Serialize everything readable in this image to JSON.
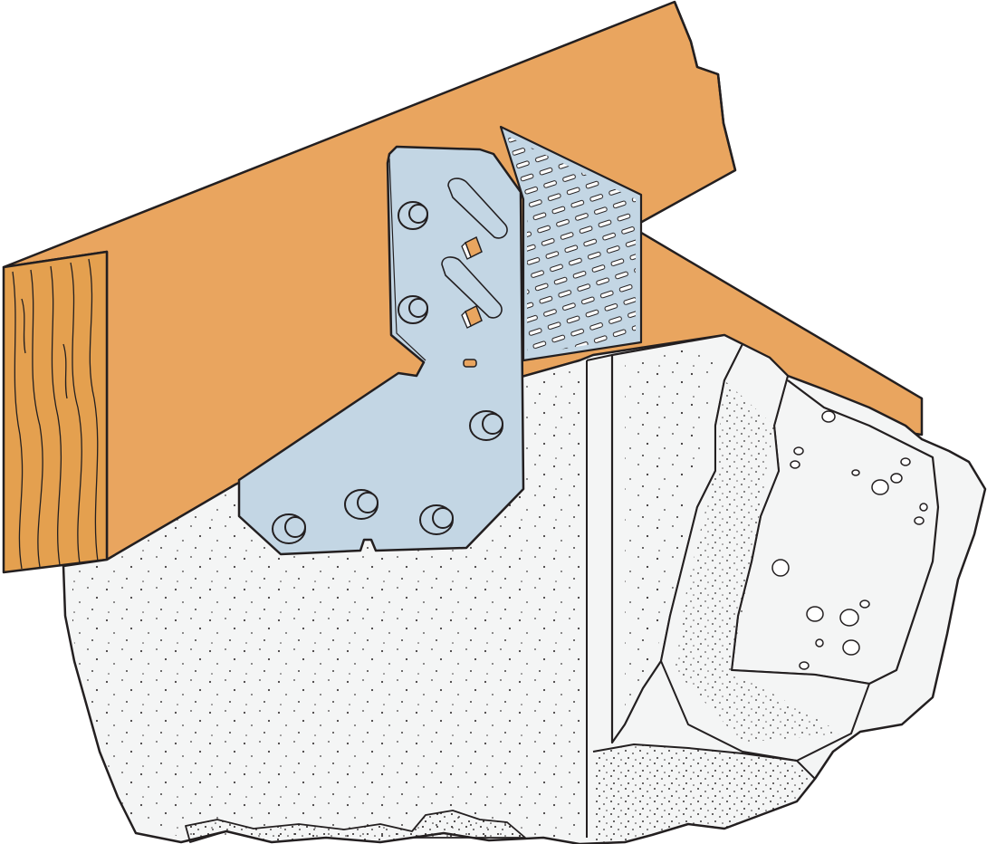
{
  "illustration": {
    "subject": "angle-bracket-wood-joist-to-concrete-foundation",
    "components": [
      {
        "name": "wood-joist",
        "color": "#e9a55f",
        "end_grain_color": "#e4a04f"
      },
      {
        "name": "steel-angle-bracket",
        "color": "#c3d6e4"
      },
      {
        "name": "concrete-foundation",
        "color": "#f4f5f5"
      },
      {
        "name": "fasteners",
        "color": "#c3d6e4"
      }
    ],
    "outline_color": "#231f20",
    "fastener_counts": {
      "wood_face_screws": 2,
      "concrete_anchors": 4,
      "prong_tabs": 2
    }
  }
}
